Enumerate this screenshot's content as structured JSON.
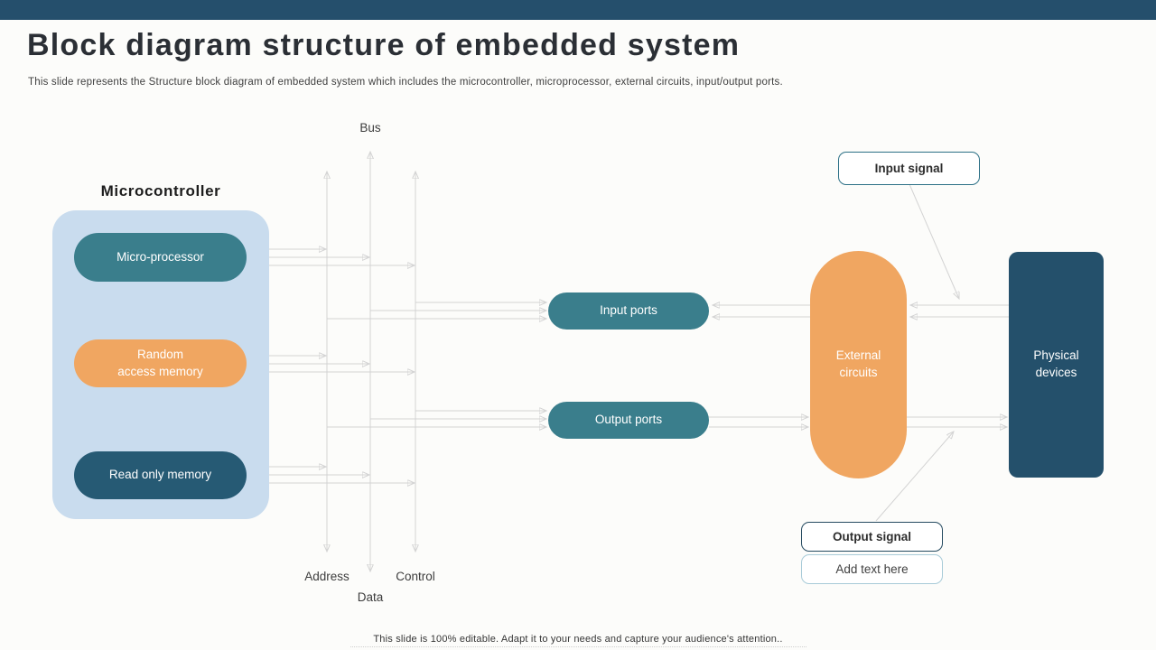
{
  "palette": {
    "topbar": "#254f6c",
    "title": "#2b2f35",
    "teal": "#3a7e8c",
    "orange": "#f0a661",
    "rom": "#265a74",
    "navy": "#24506b",
    "container": "#c9dcee",
    "line": "#d3d3d3",
    "border_dark": "#2c7086",
    "border_light": "#a8cbd8"
  },
  "header": {
    "title": "Block diagram structure of embedded system",
    "subtitle": "This slide represents the Structure block diagram of embedded system which includes the microcontroller, microprocessor, external circuits, input/output ports."
  },
  "bus": {
    "bus_label": "Bus",
    "address_label": "Address",
    "data_label": "Data",
    "control_label": "Control"
  },
  "microcontroller": {
    "heading": "Microcontroller",
    "processor_label": "Micro-processor",
    "ram_line1": "Random",
    "ram_line2": "access memory",
    "rom_label": "Read only memory"
  },
  "ports": {
    "input_label": "Input ports",
    "output_label": "Output ports"
  },
  "external_circuits": {
    "line1": "External",
    "line2": "circuits"
  },
  "physical_devices": {
    "line1": "Physical",
    "line2": "devices"
  },
  "signals": {
    "input_label": "Input signal",
    "output_label": "Output signal",
    "add_text_label": "Add text here"
  },
  "footer": {
    "note": "This slide is 100% editable. Adapt it to your needs and capture your audience's attention.."
  }
}
